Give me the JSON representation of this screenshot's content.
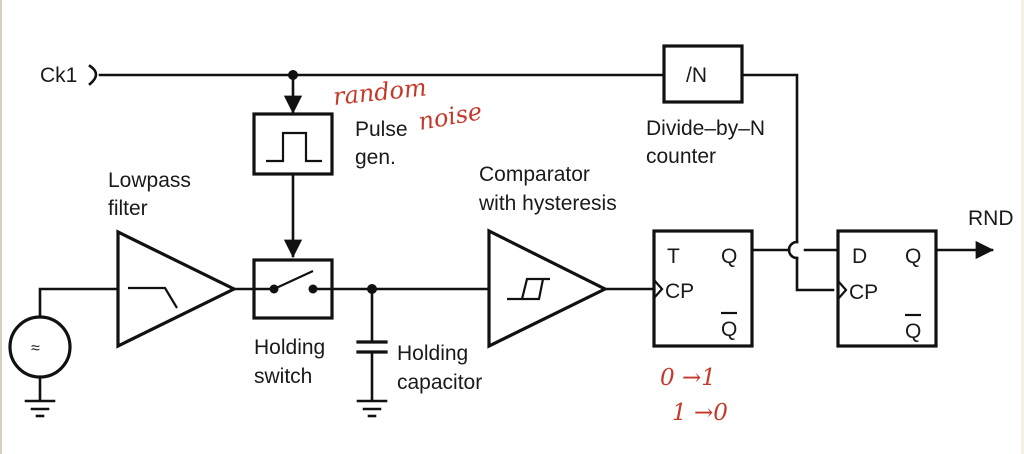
{
  "diagram": {
    "title": "Random number generator block diagram",
    "inputs": {
      "clock": "Ck1"
    },
    "outputs": {
      "random": "RND"
    },
    "blocks": {
      "noise_source": {
        "label": "",
        "symbol": "≈"
      },
      "lowpass": {
        "label_line1": "Lowpass",
        "label_line2": "filter"
      },
      "pulse_gen": {
        "label_line1": "Pulse",
        "label_line2": "gen."
      },
      "holding_switch": {
        "label_line1": "Holding",
        "label_line2": "switch"
      },
      "holding_capacitor": {
        "label_line1": "Holding",
        "label_line2": "capacitor"
      },
      "comparator": {
        "label_line1": "Comparator",
        "label_line2": "with hysteresis"
      },
      "divider": {
        "symbol": "/N",
        "label_line1": "Divide–by–N",
        "label_line2": "counter"
      },
      "t_flipflop": {
        "pin_t": "T",
        "pin_q": "Q",
        "pin_cp": "CP",
        "pin_qbar": "Q"
      },
      "d_flipflop": {
        "pin_d": "D",
        "pin_q": "Q",
        "pin_cp": "CP",
        "pin_qbar": "Q"
      }
    },
    "annotations": {
      "handwritten_1": "random",
      "handwritten_2": "noise",
      "toggle_1": "0 →1",
      "toggle_2": "1 →0",
      "color": "#c43a2a"
    }
  }
}
